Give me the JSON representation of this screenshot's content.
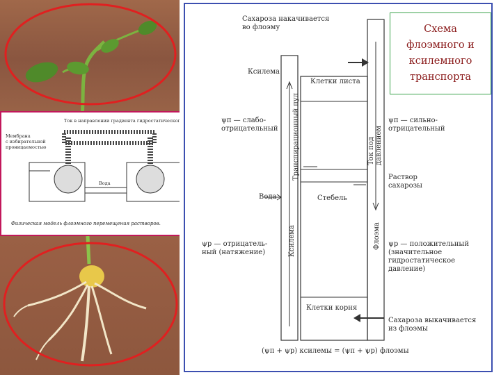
{
  "title": "Схема\nфлоэмного и\nксилемного\nтранспорта",
  "inset": {
    "heading": "Ток в направлении градиента гидростатического давления",
    "membrane_label": "Мембрана\nс избирательной\nпроницаемостью",
    "water_label": "Вода",
    "caption": "Физическая модель флоэмного перемещения растворов."
  },
  "diagram": {
    "sucrose_in": "Сахароза накачивается\nво флоэму",
    "xylem_top": "Ксилема",
    "leaf_cells": "Клетки листа",
    "transpiration_pool": "Транспирационный пул",
    "psi_pi_weak": "ψπ — слабо-\nотрицательный",
    "psi_pi_strong": "ψπ — сильно-\nотрицательный",
    "pressure_flow": "Ток под\nдавлением",
    "sucrose_solution": "Раствор\nсахарозы",
    "water": "Вода",
    "stem": "Стебель",
    "xylem_vertical": "Ксилема",
    "phloem_vertical": "Флоэма",
    "psi_p_negative": "ψp — отрицатель-\nный (натяжение)",
    "psi_p_positive": "ψp — положительный\n(значительное\nгидростатическое\nдавление)",
    "root_cells": "Клетки корня",
    "sucrose_out": "Сахароза выкачивается\nиз флоэмы",
    "equation": "(ψπ + ψp) ксилемы = (ψπ + ψp) флоэмы"
  }
}
